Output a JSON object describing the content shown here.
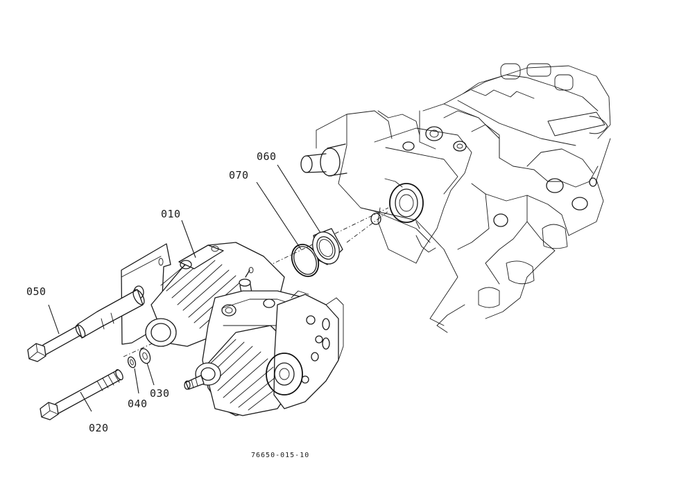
{
  "labels": {
    "p010": "010",
    "p020": "020",
    "p030": "030",
    "p040": "040",
    "p050": "050",
    "p060": "060",
    "p070": "070"
  },
  "drawing_code": "76650-015-10"
}
